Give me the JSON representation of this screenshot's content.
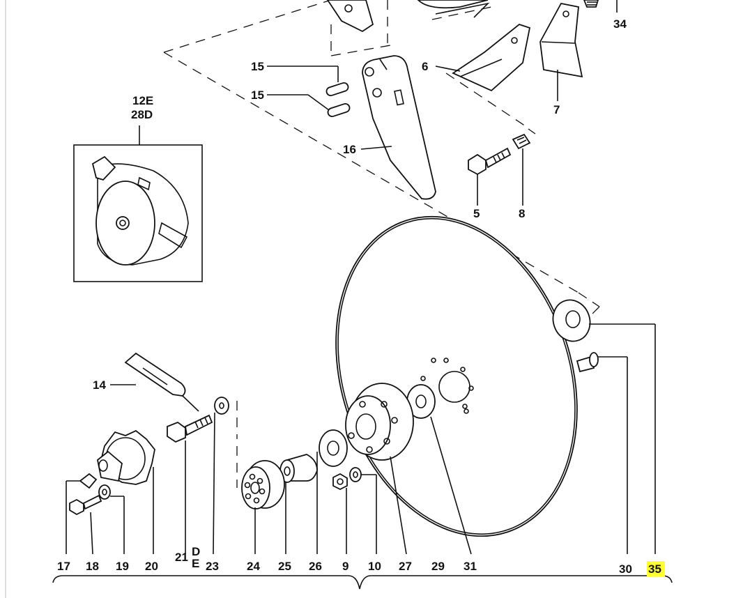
{
  "diagram": {
    "inset_label_top": "12E",
    "inset_label_bottom": "28D",
    "labels": {
      "p5": "5",
      "p6": "6",
      "p7": "7",
      "p8": "8",
      "p9": "9",
      "p10": "10",
      "p14": "14",
      "p15a": "15",
      "p15b": "15",
      "p16": "16",
      "p17": "17",
      "p18": "18",
      "p19": "19",
      "p20": "20",
      "p21": "21",
      "p21d": "D",
      "p21e": "E",
      "p23": "23",
      "p24": "24",
      "p25": "25",
      "p26": "26",
      "p27": "27",
      "p29": "29",
      "p30": "30",
      "p31": "31",
      "p34": "34",
      "p35": "35"
    },
    "highlight_color": "#ffff33"
  }
}
